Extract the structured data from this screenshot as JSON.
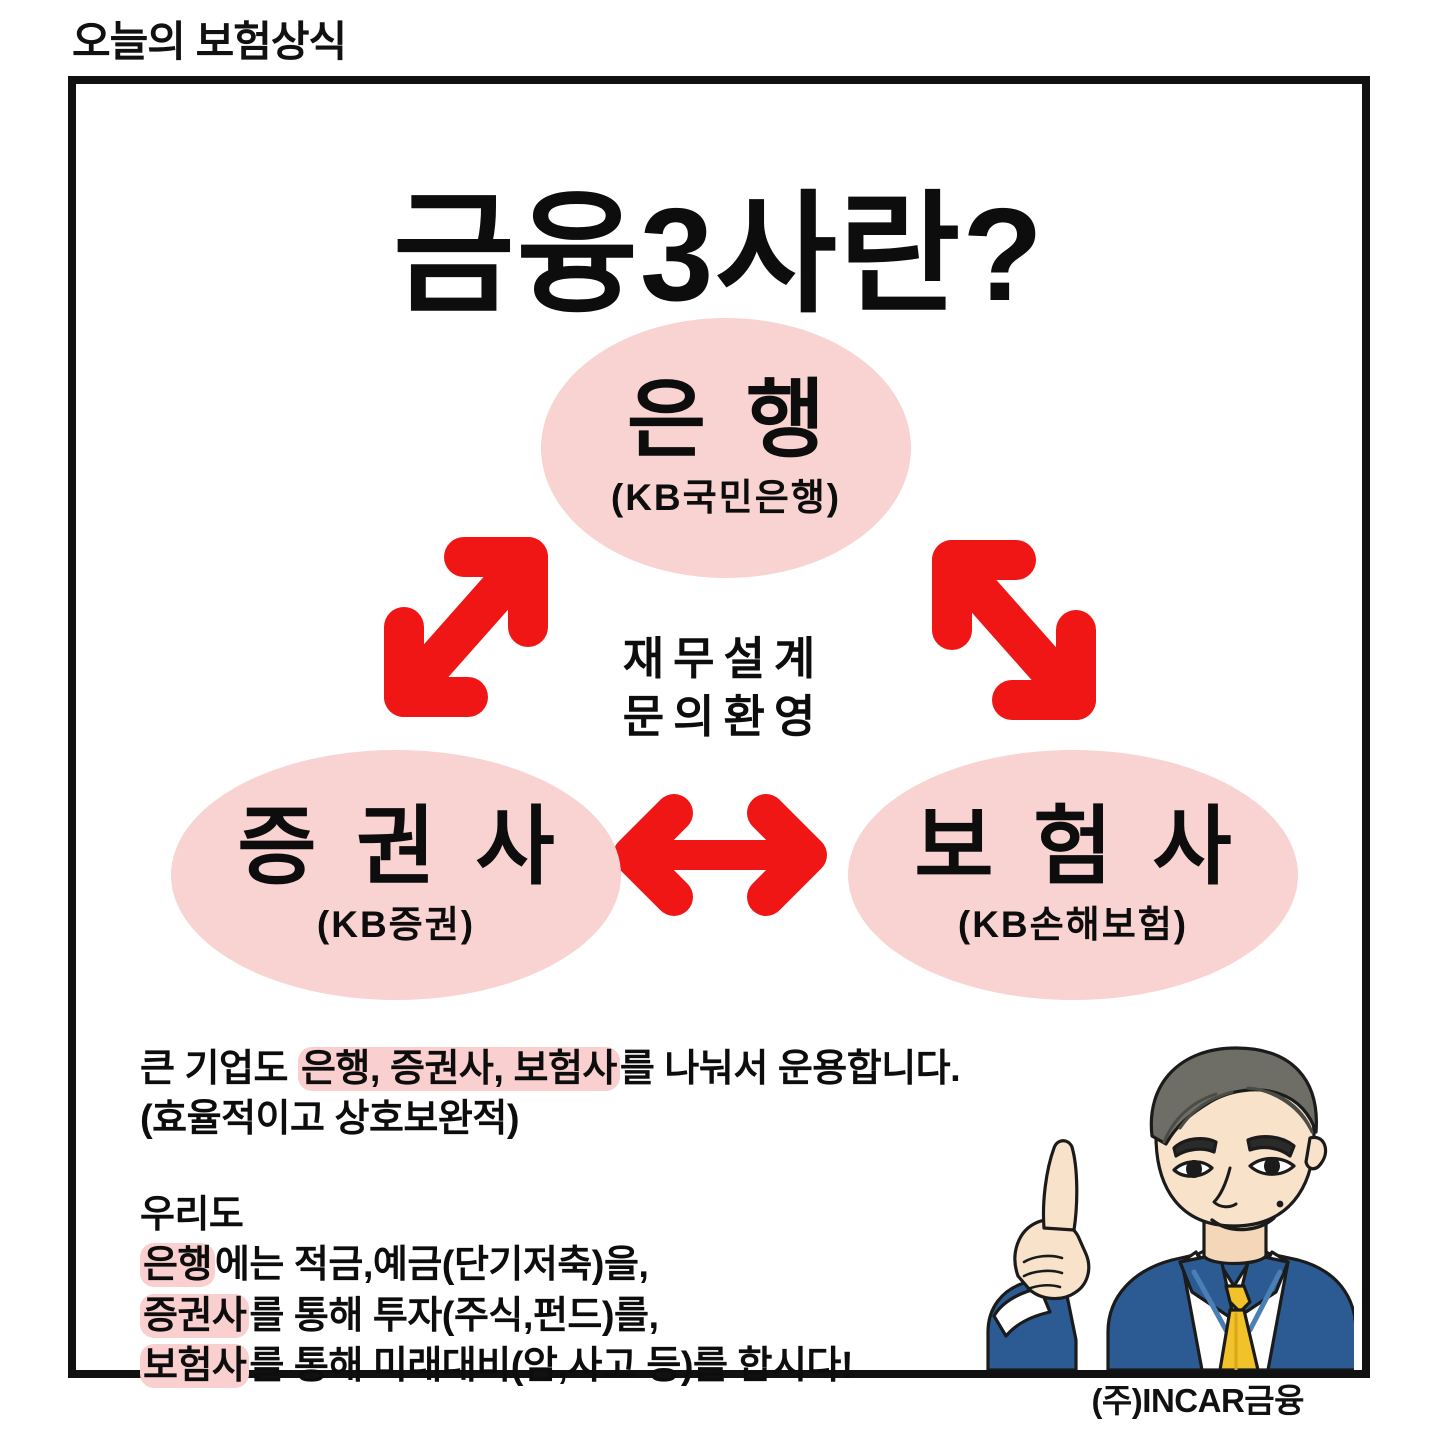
{
  "header": {
    "title": "오늘의 보험상식"
  },
  "card": {
    "main_title": "금융3사란?",
    "center_note_line1": "재무설계",
    "center_note_line2": "문의환영",
    "nodes": [
      {
        "id": "bank",
        "label": "은 행",
        "sublabel": "(KB국민은행)"
      },
      {
        "id": "securities",
        "label": "증 권 사",
        "sublabel": "(KB증권)"
      },
      {
        "id": "insurance",
        "label": "보 험 사",
        "sublabel": "(KB손해보험)"
      }
    ],
    "arrows": [
      {
        "id": "bank-securities",
        "direction": "double",
        "orientation": "diagonal-up-right"
      },
      {
        "id": "bank-insurance",
        "direction": "double",
        "orientation": "diagonal-down-right"
      },
      {
        "id": "securities-insurance",
        "direction": "double",
        "orientation": "horizontal"
      }
    ],
    "body": {
      "paragraph1": [
        {
          "pre": "큰 기업도 ",
          "highlight": "은행, 증권사, 보험사",
          "post": "를 나눠서 운용합니다."
        },
        {
          "pre": "(효율적이고 상호보완적)",
          "highlight": "",
          "post": ""
        }
      ],
      "paragraph2": [
        {
          "pre": "우리도",
          "highlight": "",
          "post": ""
        },
        {
          "pre": "",
          "highlight": "은행",
          "post": "에는 적금,예금(단기저축)을,"
        },
        {
          "pre": "",
          "highlight": "증권사",
          "post": "를 통해 투자(주식,펀드)를,"
        },
        {
          "pre": "",
          "highlight": "보험사",
          "post": "를 통해 미래대비(암,사고 등)를 합시다!"
        }
      ]
    },
    "footer_brand": "(주)INCAR금융"
  },
  "colors": {
    "arrow_red": "#F01616",
    "bubble_pink": "#F9D2D2",
    "highlight_pink": "#F9CFCF",
    "frame_black": "#111111",
    "suit_blue": "#2B5B92",
    "tie_yellow": "#F2C22A",
    "skin": "#F7DFC4",
    "hair": "#6E6E66"
  }
}
